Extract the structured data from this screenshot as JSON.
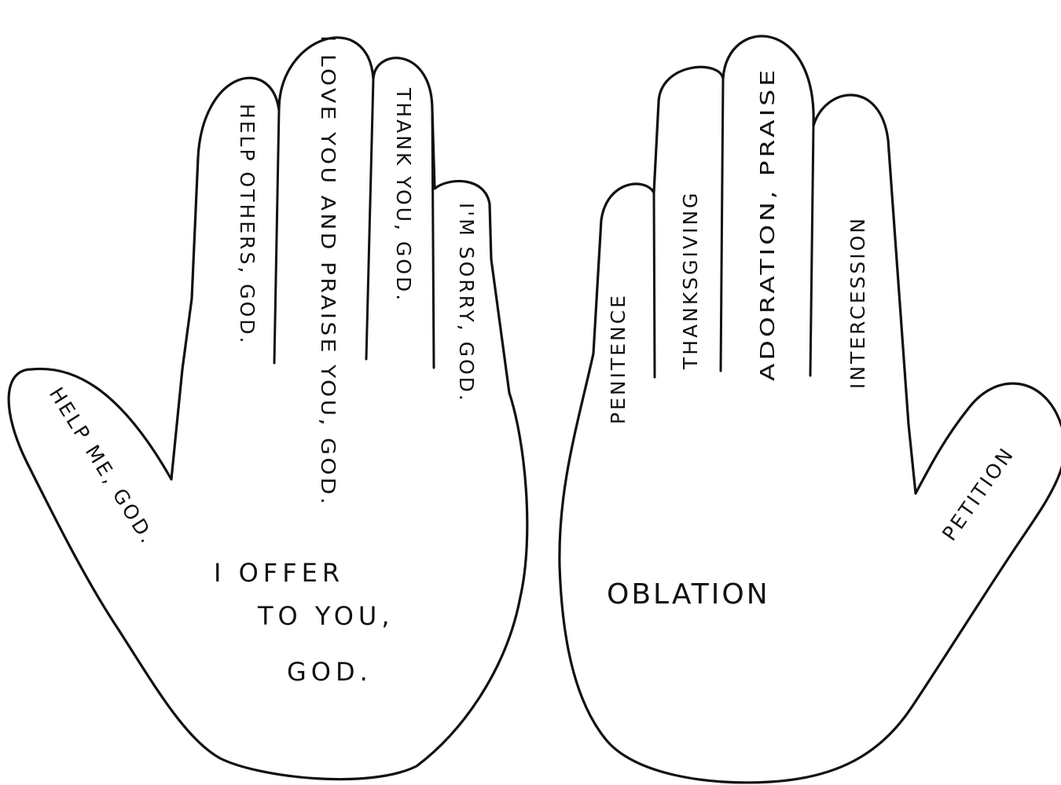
{
  "left_hand": {
    "thumb": "HELP ME, GOD.",
    "index": "HELP OTHERS, GOD.",
    "middle": "I LOVE YOU AND PRAISE YOU, GOD.",
    "ring": "THANK YOU, GOD.",
    "little": "I'M SORRY, GOD.",
    "palm": [
      "I OFFER",
      "TO YOU,",
      "GOD."
    ]
  },
  "right_hand": {
    "little": "PENITENCE",
    "ring": "THANKSGIVING",
    "middle": "ADORATION, PRAISE",
    "index": "INTERCESSION",
    "thumb": "PETITION",
    "palm": "OBLATION"
  }
}
